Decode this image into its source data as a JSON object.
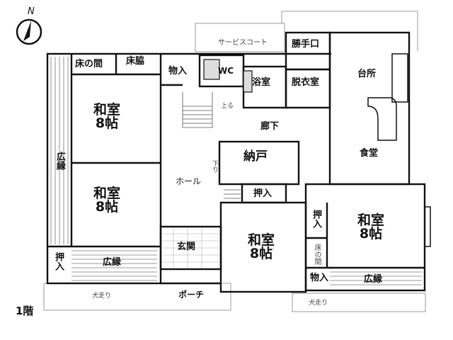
{
  "compass": {
    "north_label": "N"
  },
  "floor_label": "1階",
  "rooms": {
    "washitsu_nw": {
      "name": "和室",
      "size": "8帖"
    },
    "washitsu_w": {
      "name": "和室",
      "size": "8帖"
    },
    "washitsu_c": {
      "name": "和室",
      "size": "8帖"
    },
    "washitsu_e": {
      "name": "和室",
      "size": "8帖"
    },
    "tokonoma": "床の間",
    "tokowaki": "床脇",
    "monoire_top": "物入",
    "wc": "WC",
    "yokushitsu": "浴室",
    "datsuishitsu": "脱衣室",
    "katteguchi": "勝手口",
    "daidokoro": "台所",
    "shokudo": "食堂",
    "roka": "廊下",
    "nando": "納戸",
    "oshiire_c": "押入",
    "oshiire_e": "押入",
    "oshiire_sw": "押入",
    "hiroen_w": "広縁",
    "hiroen_sw": "広縁",
    "hiroen_se": "広縁",
    "hall": "ホール",
    "genkan": "玄関",
    "porch": "ポーチ",
    "monoire_se": "物入",
    "toko_e": "床の間"
  },
  "annotations": {
    "service_court": "サービスコート",
    "noboru": "上る",
    "oriru": "下り",
    "inubashiri_w": "犬走り",
    "inubashiri_e": "犬走り"
  }
}
